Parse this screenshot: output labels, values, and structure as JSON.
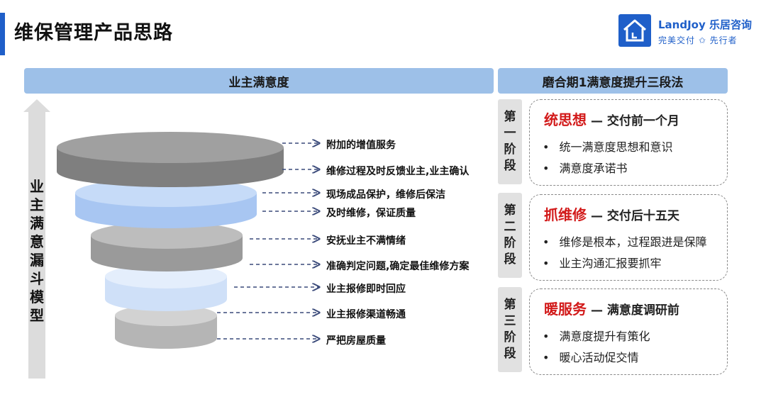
{
  "title": "维保管理产品思路",
  "logo": {
    "icon": "house-icon",
    "name": "LandJoy 乐居咨询",
    "slogan": "完美交付 ✩ 先行者",
    "color": "#1f5fc9"
  },
  "left_header": "业主满意度",
  "right_header": "磨合期1满意度提升三段法",
  "funnel": {
    "title": "业主满意漏斗模型",
    "callouts": [
      "附加的增值服务",
      "维修过程及时反馈业主,业主确认",
      "现场成品保护，维修后保洁",
      "及时维修，保证质量",
      "安抚业主不满情绪",
      "准确判定问题,确定最佳维修方案",
      "业主报修即时回应",
      "业主报修渠道畅通",
      "严把房屋质量"
    ],
    "layer_colors": [
      "#7f7f7f",
      "#a8c6f2",
      "#9a9a9a",
      "#cfe0f8",
      "#b5b5b5"
    ]
  },
  "stages": [
    {
      "label": [
        "第",
        "一",
        "阶",
        "段"
      ],
      "key": "统思想",
      "sub": "— 交付前一个月",
      "items": [
        "统一满意度思想和意识",
        "满意度承诺书"
      ]
    },
    {
      "label": [
        "第",
        "二",
        "阶",
        "段"
      ],
      "key": "抓维修",
      "sub": "— 交付后十五天",
      "items": [
        "维修是根本，过程跟进是保障",
        "业主沟通汇报要抓牢"
      ]
    },
    {
      "label": [
        "第",
        "三",
        "阶",
        "段"
      ],
      "key": "暖服务",
      "sub": "— 满意度调研前",
      "items": [
        "满意度提升有策化",
        "暖心活动促交情"
      ]
    }
  ]
}
